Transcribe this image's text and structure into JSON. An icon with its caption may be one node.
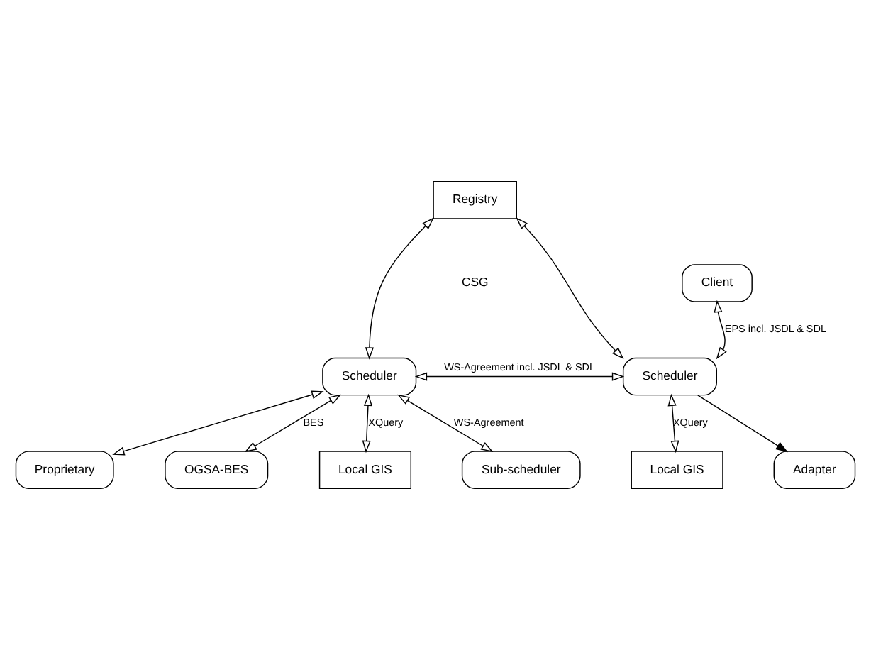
{
  "diagram": {
    "nodes": [
      {
        "text": [
          "Client"
        ]
      },
      {
        "text": [
          "Registry"
        ]
      },
      {
        "text": [
          "Scheduler"
        ]
      },
      {
        "text": [
          "Scheduler"
        ]
      },
      {
        "text": [
          "Local GIS"
        ]
      },
      {
        "text": [
          "Local GIS"
        ]
      },
      {
        "text": [
          "Sub-scheduler"
        ]
      },
      {
        "text": [
          "Proprietary"
        ]
      },
      {
        "text": [
          "Adapter"
        ]
      },
      {
        "text": [
          "OGSA-BES"
        ]
      }
    ],
    "edges": [
      {
        "from": 0,
        "to": 3,
        "arrow": "both",
        "label": "EPS incl. JSDL & SDL"
      },
      {
        "from": 1,
        "to": 2,
        "arrow": "both"
      },
      {
        "from": 1,
        "to": 3,
        "arrow": "both"
      },
      {
        "from": 2,
        "to": 3,
        "arrow": "both",
        "label": "WS-Agreement incl. JSDL & SDL"
      },
      {
        "from": 2,
        "to": 4,
        "arrow": "both",
        "label": "XQuery"
      },
      {
        "from": 3,
        "to": 5,
        "arrow": "both",
        "label": "XQuery"
      },
      {
        "from": 2,
        "to": 6,
        "arrow": "both",
        "label": "WS-Agreement"
      },
      {
        "from": 2,
        "to": 7,
        "arrow": "both"
      },
      {
        "from": 2,
        "to": 9,
        "arrow": "both",
        "label": "BES"
      },
      {
        "from": 3,
        "to": 8,
        "arrow": "to"
      }
    ],
    "labels": [
      "CSG"
    ]
  }
}
